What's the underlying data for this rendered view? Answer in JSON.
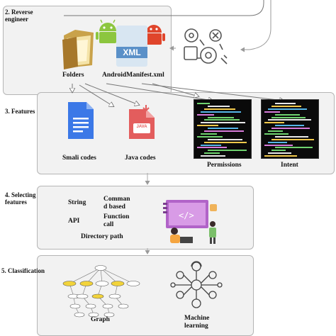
{
  "stages": {
    "reverse_engineer": {
      "label": "2. Reverse engineer"
    },
    "features": {
      "label": "3. Features"
    },
    "selecting_features": {
      "label": "4. Selecting features"
    },
    "classification": {
      "label": "5. Classification"
    }
  },
  "reverse_engineer": {
    "folders_label": "Folders",
    "manifest_label": "AndroidManifest.xml",
    "xml_text": "XML"
  },
  "features": {
    "smali_label": "Smali codes",
    "java_label": "Java codes",
    "java_icon_text": "JAVA",
    "permissions_label": "Permissions",
    "intent_label": "Intent"
  },
  "selecting": {
    "string_label": "String",
    "command_label_line1": "Comman",
    "command_label_line2": "d based",
    "api_label": "API",
    "function_label_line1": "Function",
    "function_label_line2": "call",
    "directory_label": "Directory path"
  },
  "classification": {
    "graph_label": "Graph",
    "ml_label_line1": "Machine",
    "ml_label_line2": "learning"
  },
  "colors": {
    "panel_bg": "#f2f2f2",
    "doc_blue": "#3b78e7",
    "java_red": "#e35d5d",
    "android_green": "#8cc63f",
    "android_red": "#e0452b",
    "tree_node_yellow": "#f2d33a",
    "illustration_purple": "#b163c8"
  }
}
